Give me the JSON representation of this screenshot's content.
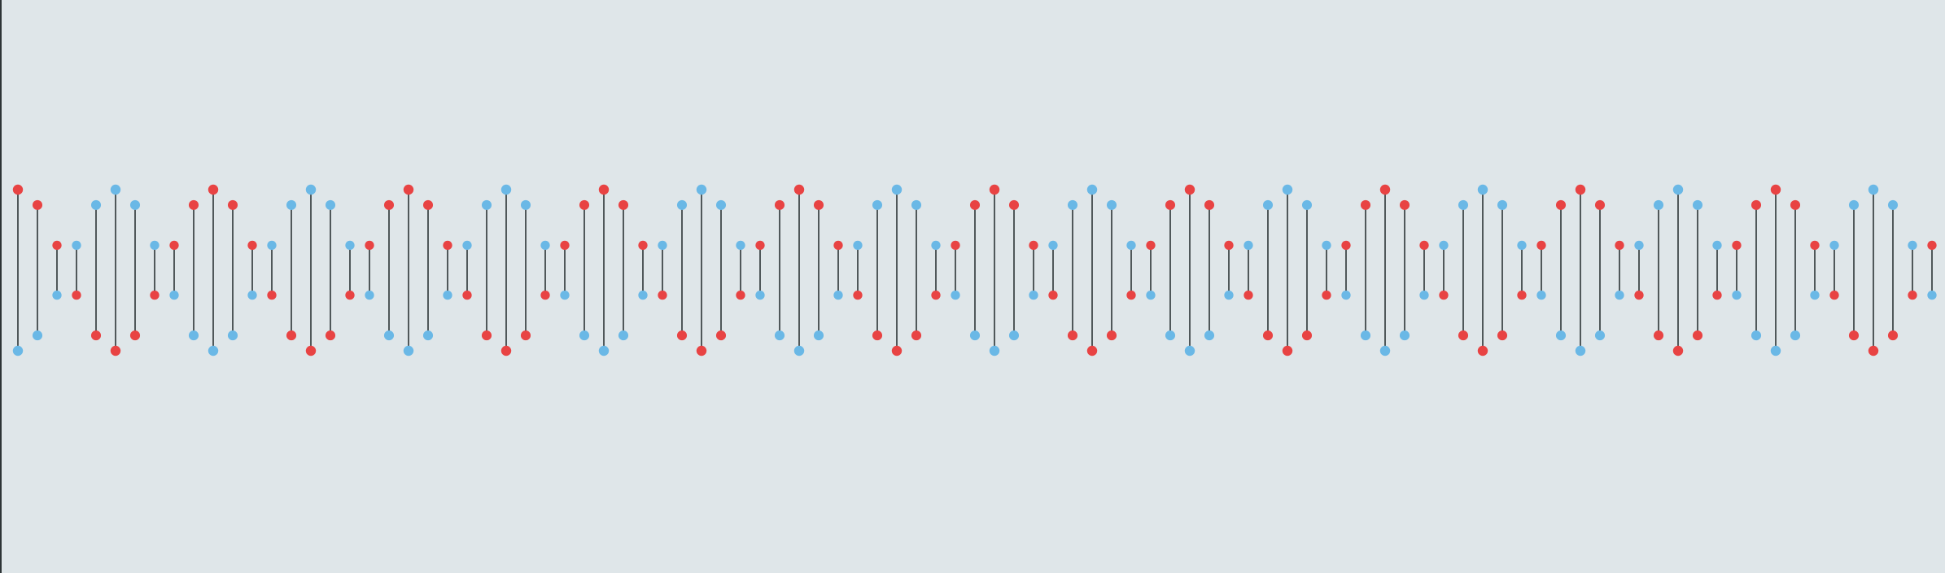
{
  "helix": {
    "colors": {
      "background": "#dfe6e9",
      "strand_a": "#e84343",
      "strand_b": "#6ab8e6",
      "rung": "#2d3436"
    },
    "strand_a_name": "red-strand",
    "strand_b_name": "blue-strand",
    "base_pair_count": 100,
    "turns": 10
  }
}
